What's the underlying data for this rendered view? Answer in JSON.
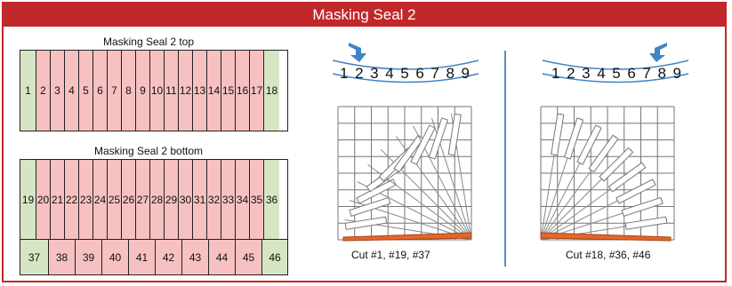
{
  "title": "Masking Seal 2",
  "top_label": "Masking Seal 2 top",
  "bottom_label": "Masking Seal 2 bottom",
  "top_strip": [
    {
      "n": "1",
      "c": "g"
    },
    {
      "n": "2",
      "c": "p"
    },
    {
      "n": "3",
      "c": "p"
    },
    {
      "n": "4",
      "c": "p"
    },
    {
      "n": "5",
      "c": "p"
    },
    {
      "n": "6",
      "c": "p"
    },
    {
      "n": "7",
      "c": "p"
    },
    {
      "n": "8",
      "c": "p"
    },
    {
      "n": "9",
      "c": "p"
    },
    {
      "n": "10",
      "c": "p"
    },
    {
      "n": "11",
      "c": "p"
    },
    {
      "n": "12",
      "c": "p"
    },
    {
      "n": "13",
      "c": "p"
    },
    {
      "n": "14",
      "c": "p"
    },
    {
      "n": "15",
      "c": "p"
    },
    {
      "n": "16",
      "c": "p"
    },
    {
      "n": "17",
      "c": "p"
    },
    {
      "n": "18",
      "c": "g"
    }
  ],
  "middle_strip": [
    {
      "n": "19",
      "c": "g"
    },
    {
      "n": "20",
      "c": "p"
    },
    {
      "n": "21",
      "c": "p"
    },
    {
      "n": "22",
      "c": "p"
    },
    {
      "n": "23",
      "c": "p"
    },
    {
      "n": "24",
      "c": "p"
    },
    {
      "n": "25",
      "c": "p"
    },
    {
      "n": "26",
      "c": "p"
    },
    {
      "n": "27",
      "c": "p"
    },
    {
      "n": "28",
      "c": "p"
    },
    {
      "n": "29",
      "c": "p"
    },
    {
      "n": "30",
      "c": "p"
    },
    {
      "n": "31",
      "c": "p"
    },
    {
      "n": "32",
      "c": "p"
    },
    {
      "n": "33",
      "c": "p"
    },
    {
      "n": "34",
      "c": "p"
    },
    {
      "n": "35",
      "c": "p"
    },
    {
      "n": "36",
      "c": "g"
    }
  ],
  "bottom_strip": [
    {
      "n": "37",
      "c": "g"
    },
    {
      "n": "38",
      "c": "p"
    },
    {
      "n": "39",
      "c": "p"
    },
    {
      "n": "40",
      "c": "p"
    },
    {
      "n": "41",
      "c": "p"
    },
    {
      "n": "42",
      "c": "p"
    },
    {
      "n": "43",
      "c": "p"
    },
    {
      "n": "44",
      "c": "p"
    },
    {
      "n": "45",
      "c": "p"
    },
    {
      "n": "46",
      "c": "g"
    }
  ],
  "left_digits": "123456789",
  "right_digits": "123456789",
  "left_cut": "Cut #1, #19, #37",
  "right_cut": "Cut #18, #36, #46",
  "colors": {
    "accent": "#c0282b",
    "green": "#d6e6c4",
    "pink": "#f7c1c1",
    "blue": "#3d85c6",
    "orange": "#e5662a"
  }
}
